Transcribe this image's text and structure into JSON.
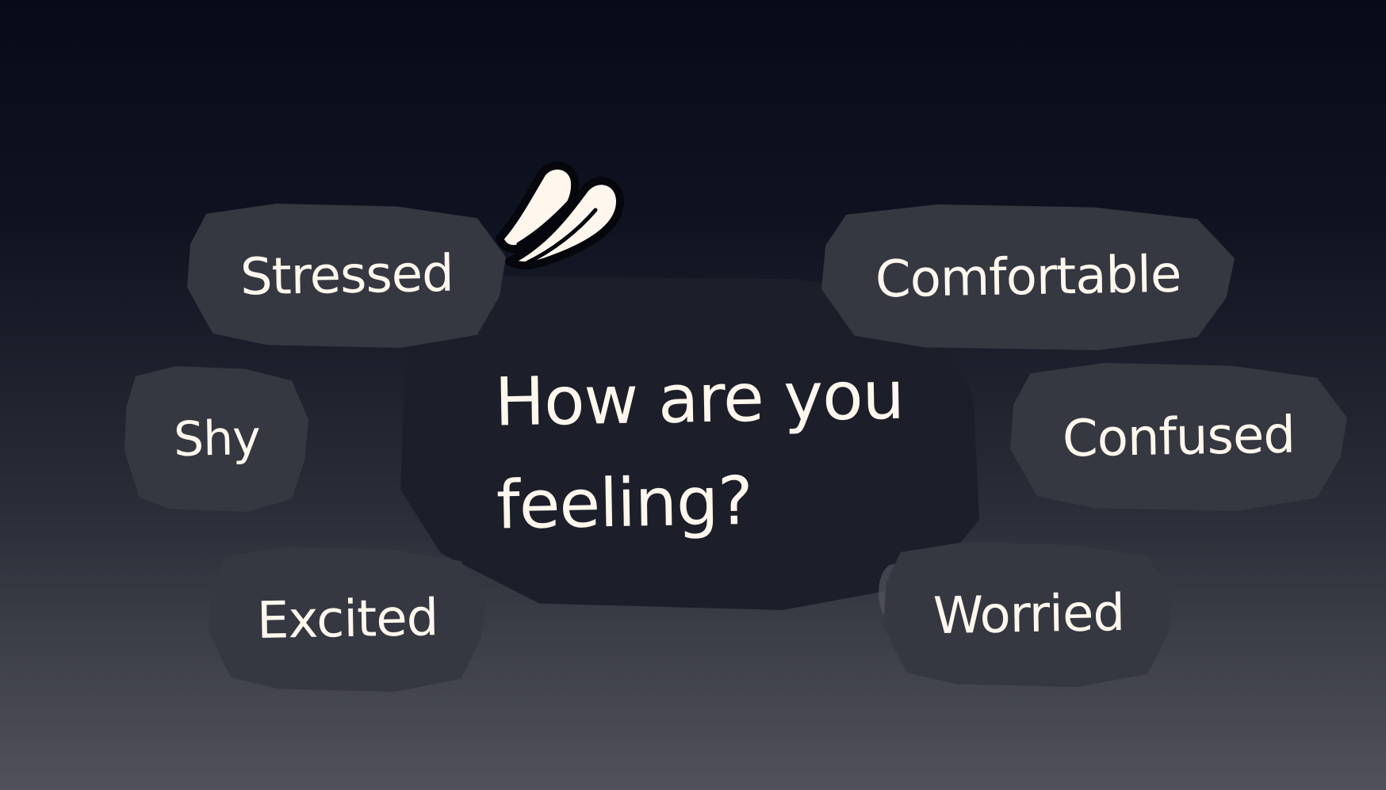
{
  "prompt": {
    "text": "How are you feeling?"
  },
  "options": {
    "stressed": "Stressed",
    "comfortable": "Comfortable",
    "shy": "Shy",
    "confused": "Confused",
    "excited": "Excited",
    "worried": "Worried"
  },
  "colors": {
    "background_top": "#070b18",
    "background_bottom": "#50515b",
    "prompt_bubble": "#1c1f2a",
    "option_bubble": "#353741",
    "text": "#fff7ed"
  },
  "icons": {
    "ears": "bunny-ears-icon"
  }
}
